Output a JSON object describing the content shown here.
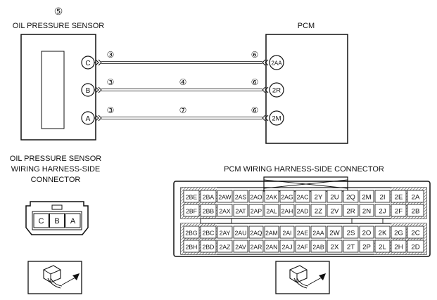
{
  "labels": {
    "sensor_callout": "⑤",
    "sensor_title": "OIL PRESSURE SENSOR",
    "pcm_title": "PCM",
    "sensor_connector_line1": "OIL PRESSURE SENSOR",
    "sensor_connector_line2": "WIRING HARNESS-SIDE",
    "sensor_connector_line3": "CONNECTOR",
    "pcm_connector_title": "PCM WIRING HARNESS-SIDE CONNECTOR"
  },
  "wires": [
    {
      "sensor_pin": "C",
      "pcm_pin": "2AA",
      "left_callout": "③",
      "mid_callout": "",
      "right_callout": "⑥"
    },
    {
      "sensor_pin": "B",
      "pcm_pin": "2R",
      "left_callout": "③",
      "mid_callout": "④",
      "right_callout": "⑥"
    },
    {
      "sensor_pin": "A",
      "pcm_pin": "2M",
      "left_callout": "③",
      "mid_callout": "⑦",
      "right_callout": "⑥"
    }
  ],
  "sensor_connector_pins": [
    "C",
    "B",
    "A"
  ],
  "pcm_connector": {
    "upper_rows": [
      [
        "2BE",
        "2BA",
        "2AW",
        "2AS",
        "2AO",
        "2AK",
        "2AG",
        "2AC",
        "2Y",
        "2U",
        "2Q",
        "2M",
        "2I",
        "2E",
        "2A"
      ],
      [
        "2BF",
        "2BB",
        "2AX",
        "2AT",
        "2AP",
        "2AL",
        "2AH",
        "2AD",
        "2Z",
        "2V",
        "2R",
        "2N",
        "2J",
        "2F",
        "2B"
      ]
    ],
    "lower_rows": [
      [
        "2BG",
        "2BC",
        "2AY",
        "2AU",
        "2AQ",
        "2AM",
        "2AI",
        "2AE",
        "2AA",
        "2W",
        "2S",
        "2O",
        "2K",
        "2G",
        "2C"
      ],
      [
        "2BH",
        "2BD",
        "2AZ",
        "2AV",
        "2AR",
        "2AN",
        "2AJ",
        "2AF",
        "2AB",
        "2X",
        "2T",
        "2P",
        "2L",
        "2H",
        "2D"
      ]
    ]
  }
}
